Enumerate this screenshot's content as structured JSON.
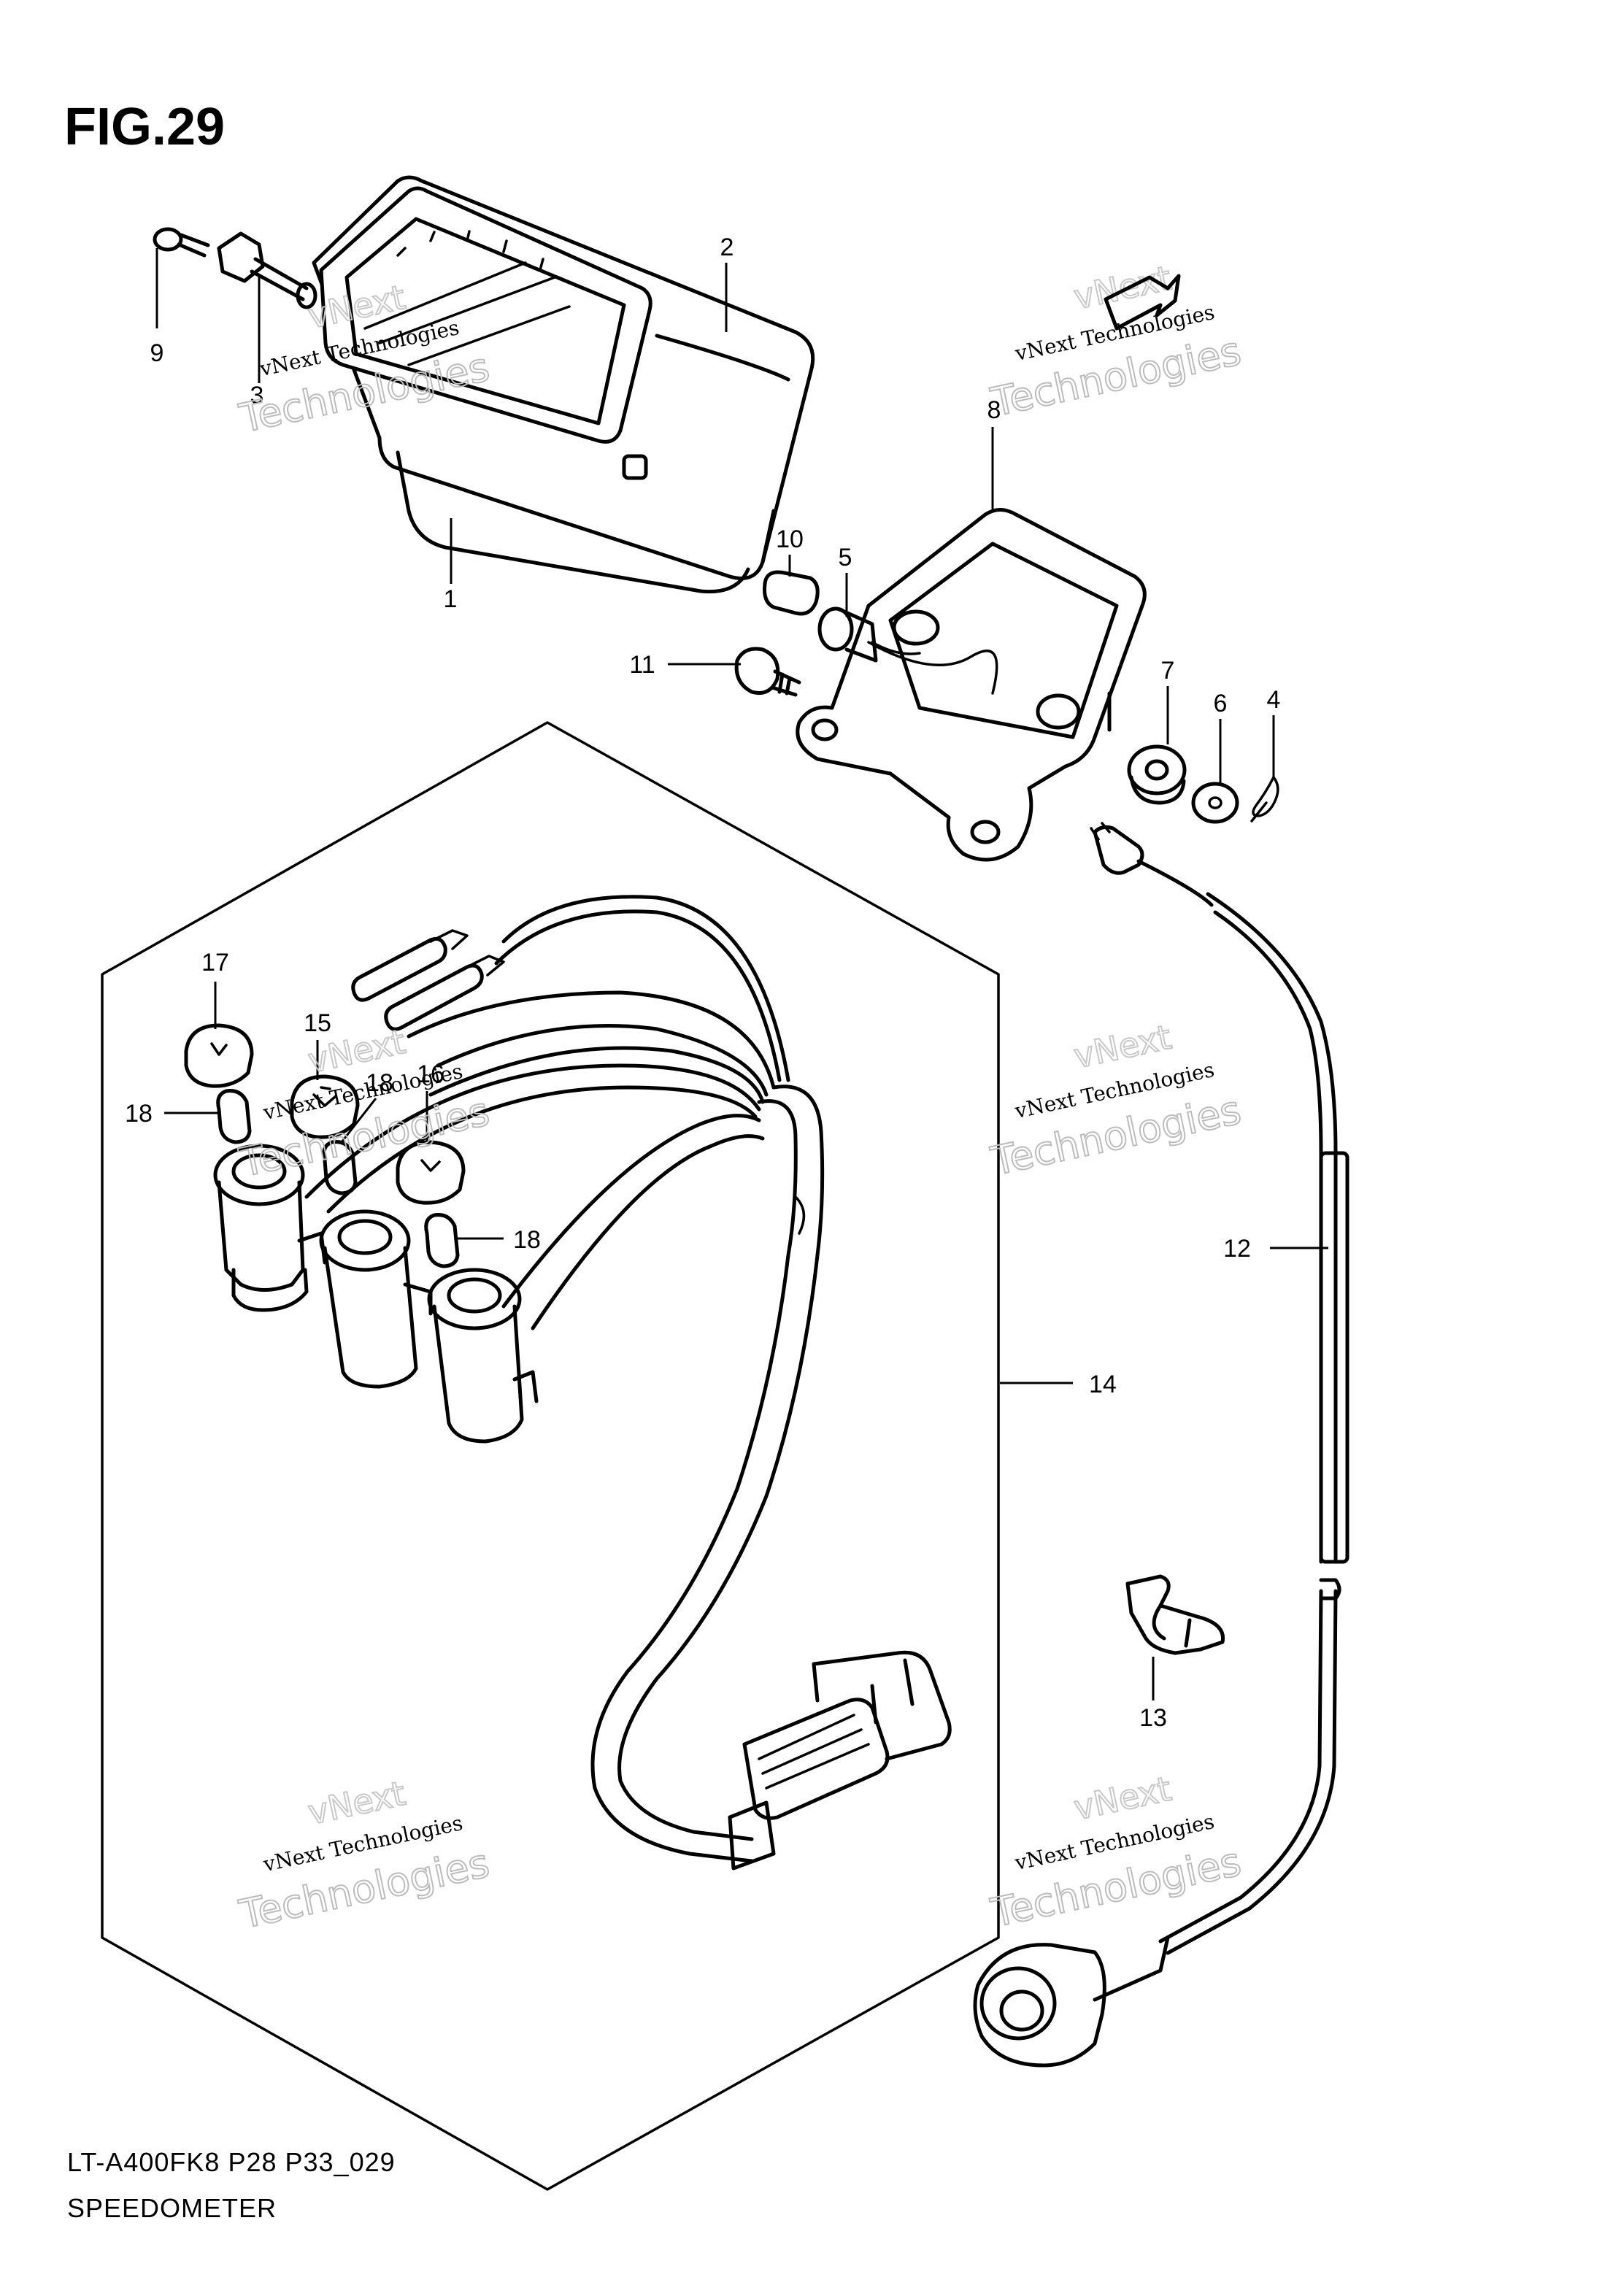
{
  "figure": {
    "title": "FIG.29",
    "model_code": "LT-A400FK8 P28 P33_029",
    "section_name": "SPEEDOMETER"
  },
  "callouts": [
    {
      "id": "c1",
      "number": "1"
    },
    {
      "id": "c2",
      "number": "2"
    },
    {
      "id": "c3",
      "number": "3"
    },
    {
      "id": "c4",
      "number": "4"
    },
    {
      "id": "c5",
      "number": "5"
    },
    {
      "id": "c6",
      "number": "6"
    },
    {
      "id": "c7",
      "number": "7"
    },
    {
      "id": "c8",
      "number": "8"
    },
    {
      "id": "c9",
      "number": "9"
    },
    {
      "id": "c10",
      "number": "10"
    },
    {
      "id": "c11",
      "number": "11"
    },
    {
      "id": "c12",
      "number": "12"
    },
    {
      "id": "c13",
      "number": "13"
    },
    {
      "id": "c14",
      "number": "14"
    },
    {
      "id": "c15",
      "number": "15"
    },
    {
      "id": "c16",
      "number": "16"
    },
    {
      "id": "c17",
      "number": "17"
    },
    {
      "id": "c18a",
      "number": "18"
    },
    {
      "id": "c18b",
      "number": "18"
    },
    {
      "id": "c18c",
      "number": "18"
    }
  ],
  "watermark": {
    "line1": "vNext",
    "line2": "vNext Technologies",
    "line3": "Technologies"
  }
}
